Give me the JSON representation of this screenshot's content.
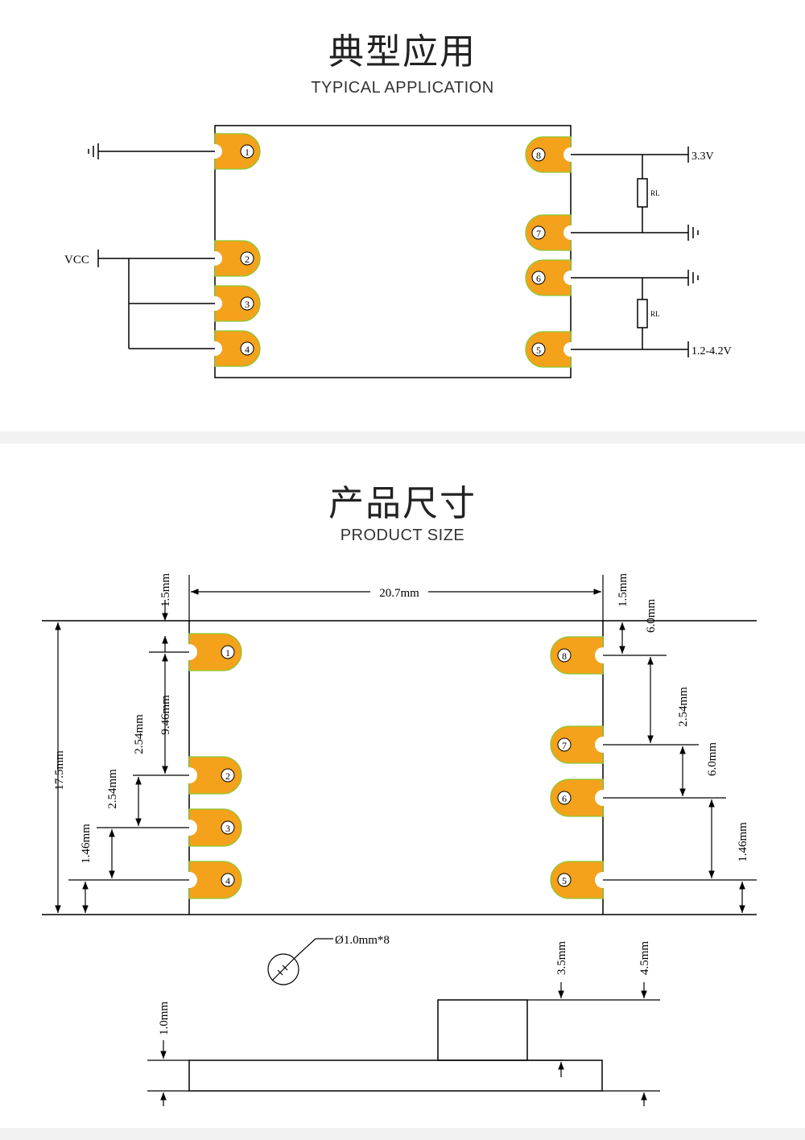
{
  "section1": {
    "title_cn": "典型应用",
    "title_en": "TYPICAL APPLICATION",
    "labels": {
      "vcc": "VCC",
      "v33": "3.3V",
      "v12": "1.2-4.2V",
      "rl1": "RL",
      "rl2": "RL"
    }
  },
  "section2": {
    "title_cn": "产品尺寸",
    "title_en": "PRODUCT SIZE",
    "dims": {
      "width": "20.7mm",
      "height": "17.5mm",
      "top_left": "1.5mm",
      "top_right": "1.5mm",
      "pin1_pin2": "9.46mm",
      "pin2_pin3": "2.54mm",
      "pin3_pin4": "2.54mm",
      "pin4_bottom_left": "1.46mm",
      "pin8_pin7": "6.0mm",
      "pin7_pin6": "2.54mm",
      "pin6_pin5": "6.0mm",
      "pin5_bottom_right": "1.46mm",
      "hole": "Ø1.0mm*8",
      "board_thickness": "1.0mm",
      "shield_height": "3.5mm",
      "total_height": "4.5mm"
    }
  },
  "pins": [
    "1",
    "2",
    "3",
    "4",
    "5",
    "6",
    "7",
    "8"
  ],
  "colors": {
    "pad": "#f4a21b",
    "pad_edge": "#8ac832",
    "line": "#000000",
    "band": "#f2f2f2"
  }
}
